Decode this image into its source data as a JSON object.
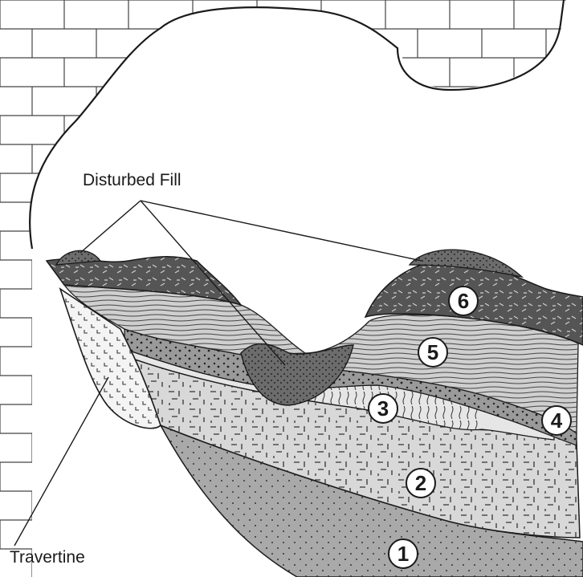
{
  "labels": {
    "disturbed_fill": "Disturbed Fill",
    "travertine": "Travertine"
  },
  "layers": [
    {
      "number": "1"
    },
    {
      "number": "2"
    },
    {
      "number": "3"
    },
    {
      "number": "4"
    },
    {
      "number": "5"
    },
    {
      "number": "6"
    }
  ],
  "colors": {
    "outline": "#1a1a1a",
    "wall": "#ffffff",
    "layer_1": "#a9a9a9",
    "layer_2": "#d8d8d8",
    "layer_3": "#e6e6e6",
    "layer_4": "#8f8f8f",
    "layer_5": "#cfcfcf",
    "layer_6_fill": "#555555"
  }
}
